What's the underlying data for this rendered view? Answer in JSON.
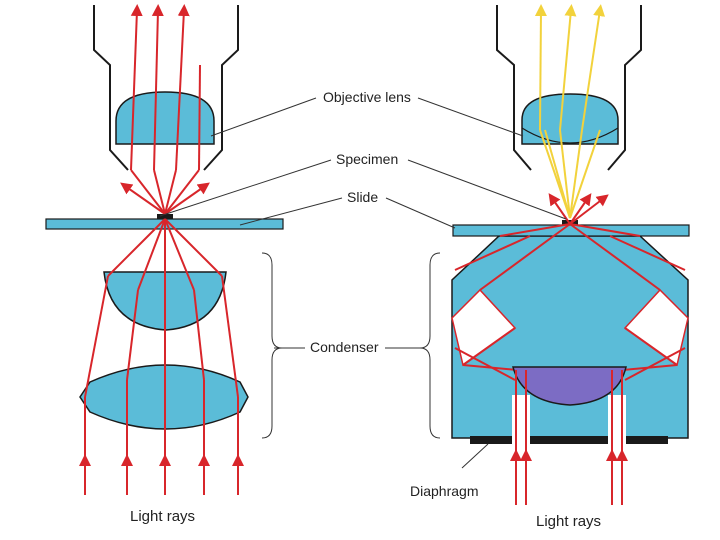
{
  "labels": {
    "objective_lens": "Objective lens",
    "specimen": "Specimen",
    "slide": "Slide",
    "condenser": "Condenser",
    "diaphragm": "Diaphragm",
    "light_rays_left": "Light rays",
    "light_rays_right": "Light rays"
  },
  "colors": {
    "lens_fill": "#5bbcd8",
    "outline": "#1a1a1a",
    "ray_red": "#d8262b",
    "ray_yellow": "#f2d23c",
    "condenser_blue": "#5bbcd8",
    "purple_lens": "#7c6cc4",
    "white_gap": "#ffffff",
    "specimen": "#1a1a1a"
  }
}
